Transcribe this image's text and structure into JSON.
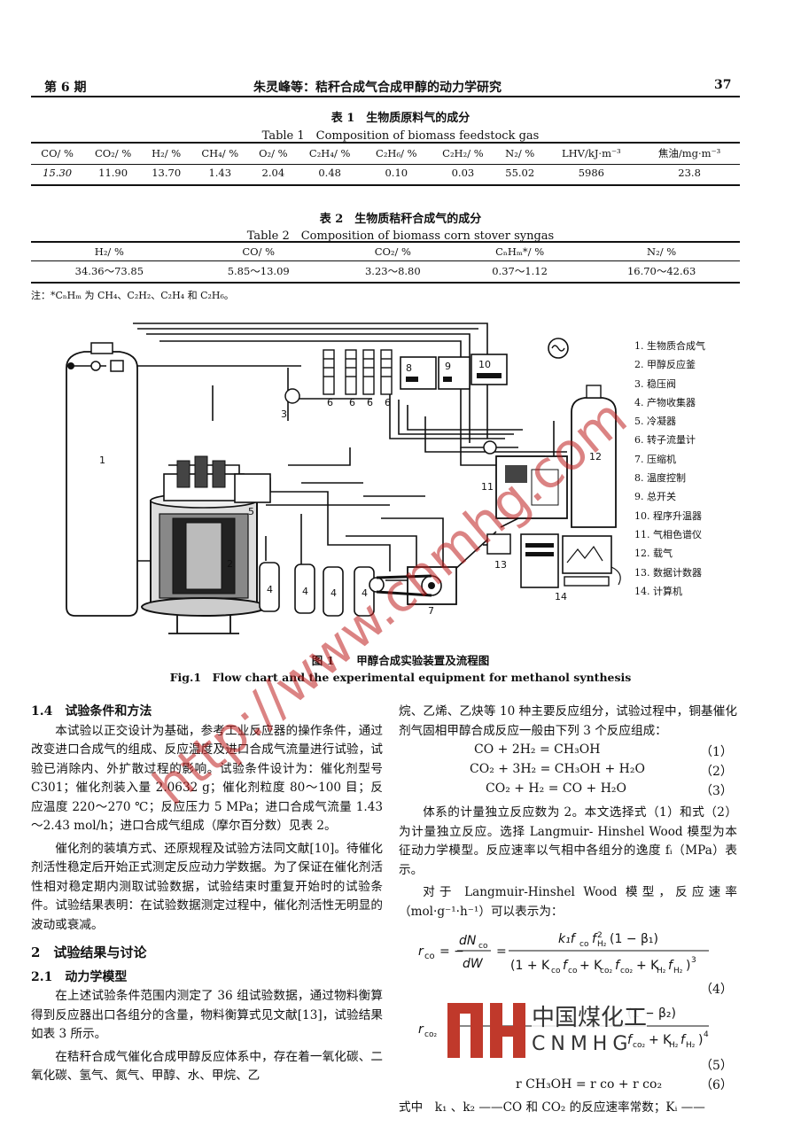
{
  "header": {
    "issue": "第 6 期",
    "title": "朱灵峰等：秸秆合成气合成甲醇的动力学研究",
    "page": "37"
  },
  "table1": {
    "title_cn": "表 1　生物质原料气的成分",
    "title_en": "Table 1　Composition of biomass feedstock gas",
    "headers": [
      "CO/ %",
      "CO₂/ %",
      "H₂/ %",
      "CH₄/ %",
      "O₂/ %",
      "C₂H₄/ %",
      "C₂H₆/ %",
      "C₂H₂/ %",
      "N₂/ %",
      "LHV/kJ·m⁻³",
      "焦油/mg·m⁻³"
    ],
    "values": [
      "15.30",
      "11.90",
      "13.70",
      "1.43",
      "2.04",
      "0.48",
      "0.10",
      "0.03",
      "55.02",
      "5986",
      "23.8"
    ]
  },
  "table2": {
    "title_cn": "表 2　生物质秸秆合成气的成分",
    "title_en": "Table 2　Composition of biomass corn stover syngas",
    "headers": [
      "H₂/ %",
      "CO/ %",
      "CO₂/ %",
      "CₙHₘ*/ %",
      "N₂/ %"
    ],
    "values": [
      "34.36～73.85",
      "5.85～13.09",
      "3.23～8.80",
      "0.37～1.12",
      "16.70～42.63"
    ],
    "note": "注：*CₙHₘ 为 CH₄、C₂H₂、C₂H₄ 和 C₂H₆。"
  },
  "figure": {
    "caption_cn": "图 1　　甲醇合成实验装置及流程图",
    "caption_en": "Fig.1　Flow chart and the experimental equipment for methanol synthesis",
    "labels": [
      "1",
      "2",
      "3",
      "4",
      "4",
      "4",
      "4",
      "5",
      "6",
      "6",
      "6",
      "6",
      "7",
      "8",
      "9",
      "10",
      "11",
      "12",
      "13",
      "14"
    ],
    "legend": [
      "1. 生物质合成气",
      "2. 甲醇反应釜",
      "3. 稳压阀",
      "4. 产物收集器",
      "5. 冷凝器",
      "6. 转子流量计",
      "7. 压缩机",
      "8. 温度控制",
      "9. 总开关",
      "10. 程序升温器",
      "11. 气相色谱仪",
      "12. 载气",
      "13. 数据计数器",
      "14. 计算机"
    ]
  },
  "left_col": {
    "sec14": "1.4　试验条件和方法",
    "p1": "本试验以正交设计为基础，参考工业反应器的操作条件，通过改变进口合成气的组成、反应温度及进口合成气流量进行试验，试验已消除内、外扩散过程的影响。试验条件设计为：催化剂型号 C301；催化剂装入量 2.0632 g；催化剂粒度 80～100 目；反应温度 220～270 ℃；反应压力 5 MPa；进口合成气流量 1.43～2.43 mol/h；进口合成气组成（摩尔百分数）见表 2。",
    "p2": "催化剂的装填方式、还原规程及试验方法同文献[10]。待催化剂活性稳定后开始正式测定反应动力学数据。为了保证在催化剂活性相对稳定期内测取试验数据，试验结束时重复开始时的试验条件。试验结果表明：在试验数据测定过程中，催化剂活性无明显的波动或衰减。",
    "sec2": "2　试验结果与讨论",
    "sec21": "2.1　动力学模型",
    "p3": "在上述试验条件范围内测定了 36 组试验数据，通过物料衡算得到反应器出口各组分的含量，物料衡算式见文献[13]，试验结果如表 3 所示。",
    "p4": "在秸秆合成气催化合成甲醇反应体系中，存在着一氧化碳、二氧化碳、氢气、氮气、甲醇、水、甲烷、乙"
  },
  "right_col": {
    "p1": "烷、乙烯、乙炔等 10 种主要反应组分，试验过程中，铜基催化剂气固相甲醇合成反应一般由下列 3 个反应组成：",
    "eq1": "CO + 2H₂ = CH₃OH",
    "eq1n": "（1）",
    "eq2": "CO₂ + 3H₂ = CH₃OH + H₂O",
    "eq2n": "（2）",
    "eq3": "CO₂ + H₂ = CO + H₂O",
    "eq3n": "（3）",
    "p2": "体系的计量独立反应数为 2。本文选择式（1）和式（2）为计量独立反应。选择 Langmuir- Hinshel Wood 模型为本征动力学模型。反应速率以气相中各组分的逸度 fᵢ（MPa）表示。",
    "p3": "对于 Langmuir-Hinshel Wood 模型，反应速率（mol·g⁻¹·h⁻¹）可以表示为：",
    "eq4n": "（4）",
    "eq5n": "（5）",
    "eq6": "r CH₃OH = r co + r co₂",
    "eq6n": "（6）",
    "last": "式中　k₁ 、k₂ ——CO 和 CO₂ 的反应速率常数；Kᵢ ——"
  },
  "watermark": {
    "url": "http://www.cnmhg.com",
    "brand_cn": "中国煤化工",
    "brand_en": "CNMHG"
  }
}
